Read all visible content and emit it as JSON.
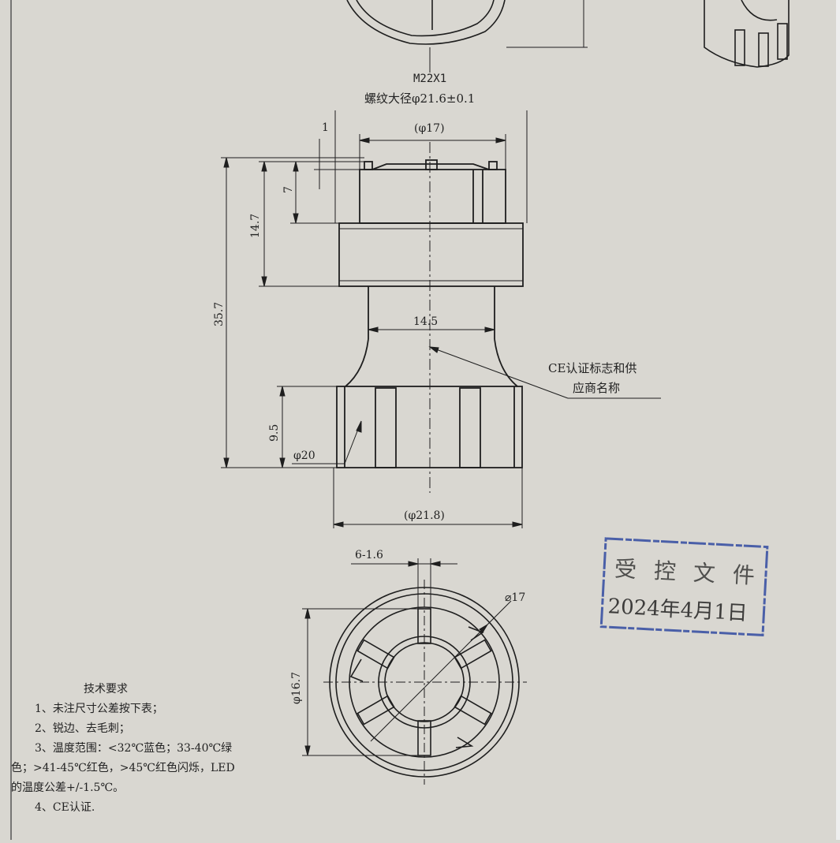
{
  "colors": {
    "paper": "#d9d7d1",
    "ink": "#1e1e1e",
    "stamp": "#4a5fa8"
  },
  "drawing": {
    "thread_spec": "M22X1",
    "thread_major_dia": "螺纹大径φ21.6±0.1",
    "dims": {
      "top_dia": "(φ17)",
      "lip": "1",
      "height_7": "7",
      "height_14_7": "14.7",
      "height_35_7": "35.7",
      "neck_dia": "14.5",
      "height_9_5": "9.5",
      "inner_dia_20": "φ20",
      "bottom_dia": "(φ21.8)",
      "slot_spec": "6-1.6",
      "end_dia_17": "⌀17",
      "end_dia_16_7": "φ16.7"
    },
    "callout": {
      "line1": "CE认证标志和供",
      "line2": "应商名称"
    }
  },
  "stamp": {
    "title": "受控文件",
    "date": "2024年4月1日"
  },
  "tech_requirements": {
    "title": "技术要求",
    "lines": [
      "1、未注尺寸公差按下表；",
      "2、锐边、去毛刺；",
      "3、温度范围：<32℃蓝色；33-40℃绿",
      "色；>41-45℃红色，>45℃红色闪烁，LED",
      "的温度公差+/-1.5℃。",
      "4、CE认证."
    ]
  }
}
